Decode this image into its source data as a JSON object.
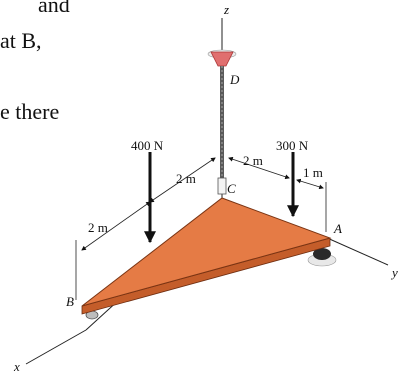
{
  "problem_text": {
    "line1": "and",
    "line2": "at B,",
    "line3": "e there"
  },
  "figure": {
    "axes": {
      "x": "x",
      "y": "y",
      "z": "z"
    },
    "points": {
      "A": "A",
      "B": "B",
      "C": "C",
      "D": "D"
    },
    "forces": {
      "left": "400 N",
      "right": "300 N"
    },
    "dimensions": {
      "bc_along_x": "2 m",
      "c_offset_x": "2 m",
      "c_offset_y": "2 m",
      "a_offset": "1 m"
    },
    "colors": {
      "plate_top": "#e57b45",
      "plate_edge": "#a8481c",
      "plate_side": "#c45d2a",
      "cord": "#5a5a5a",
      "hook": "#e06f6f",
      "support": "#cfcfcf"
    }
  }
}
